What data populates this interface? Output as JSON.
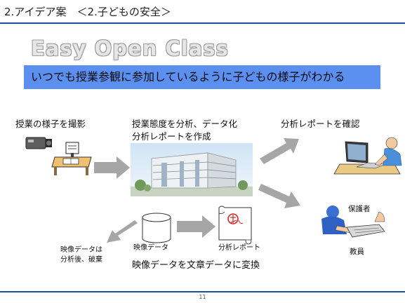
{
  "header": {
    "title": "2.アイデア案　＜2.子どもの安全＞"
  },
  "brand": {
    "text": "Easy Open Class"
  },
  "banner": {
    "text": "いつでも授業参観に参加しているように子どもの様子がわかる"
  },
  "steps": {
    "capture": "授業の様子を撮影",
    "analyze_line1": "授業態度を分析、データ化",
    "analyze_line2": "分析レポートを作成",
    "confirm": "分析レポートを確認",
    "convert": "映像データを文章データに変換"
  },
  "labels": {
    "video_data": "映像データ",
    "report": "分析レポート",
    "discard_line1": "映像データは",
    "discard_line2": "分析後、破棄",
    "guardian": "保護者",
    "teacher": "教員"
  },
  "colors": {
    "accent": "#1f4e9e",
    "banner": "#5b8ff0",
    "arrow": "#a6a6a6"
  },
  "page": {
    "number": "11"
  }
}
